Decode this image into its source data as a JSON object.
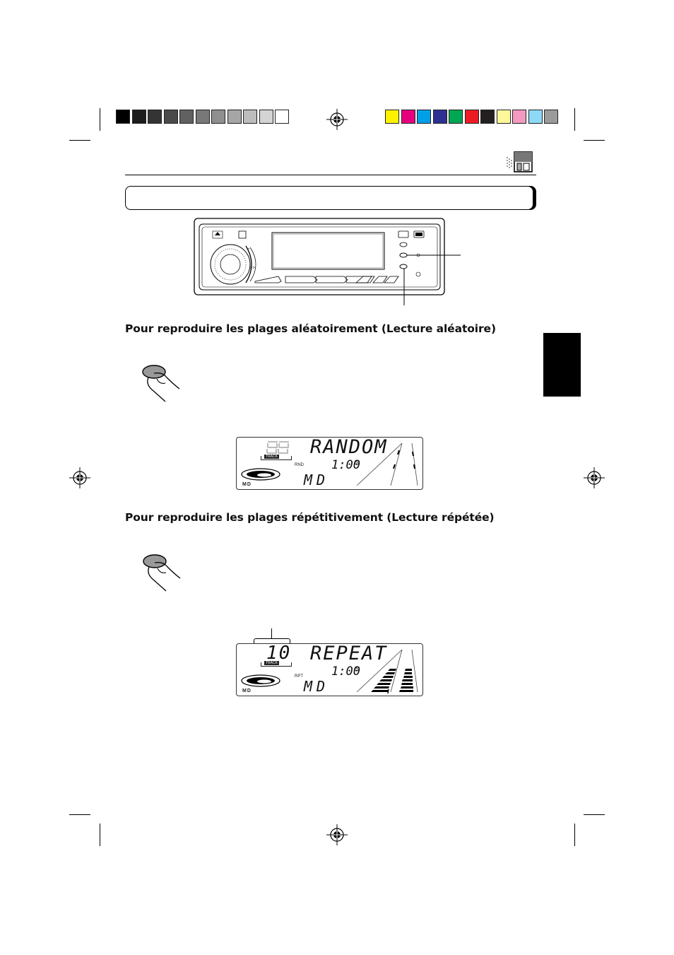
{
  "color_bar_left": [
    "#000000",
    "#1c1c1c",
    "#343434",
    "#4a4a4a",
    "#616161",
    "#787878",
    "#8f8f8f",
    "#a6a6a6",
    "#bdbdbd",
    "#d4d4d4",
    "#ffffff"
  ],
  "color_bar_right": [
    "#fff200",
    "#e6007e",
    "#00a0e9",
    "#2e3192",
    "#00a651",
    "#ed1c24",
    "#231f20",
    "#fff799",
    "#f49ac1",
    "#8ed8f8",
    "#9b9b9b"
  ],
  "section_random": {
    "heading": "Pour reproduire les plages aléatoirement (Lecture aléatoire)",
    "display": {
      "main_text": "RANDOM",
      "track_label": "TRACK",
      "mode_label": "RND",
      "time": "1:00",
      "source": "MD",
      "logo": "MD"
    }
  },
  "section_repeat": {
    "heading": "Pour reproduire les plages répétitivement (Lecture répétée)",
    "display": {
      "track_number": "10",
      "main_text": "REPEAT",
      "track_label": "TRACK",
      "mode_label": "RPT",
      "time": "1:00",
      "source": "MD",
      "logo": "MD"
    }
  }
}
